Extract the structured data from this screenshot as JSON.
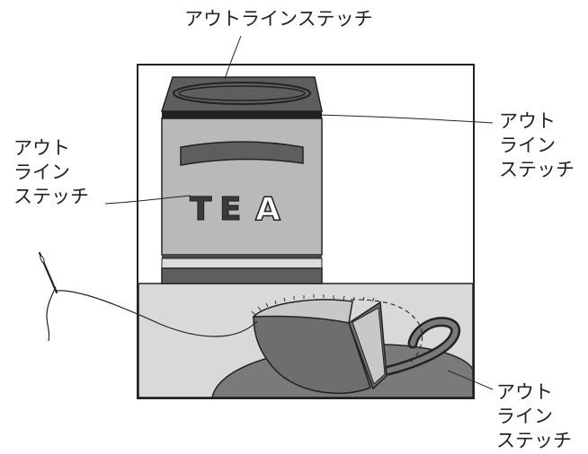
{
  "labels": {
    "top": "アウトラインステッチ",
    "right_upper": [
      "アウト",
      "ライン",
      "ステッチ"
    ],
    "left": [
      "アウト",
      "ライン",
      "ステッチ"
    ],
    "right_lower": [
      "アウト",
      "ライン",
      "ステッチ"
    ]
  },
  "tin_text": {
    "t": "T",
    "e": "E",
    "a": "A"
  },
  "colors": {
    "frame_stroke": "#222222",
    "tin_body": "#b9b9b9",
    "tin_lid": "#5e5e5e",
    "tin_band": "#dcdcdc",
    "tin_dark": "#4a4a4a",
    "cup_inner": "#c8c8c8",
    "cup_outer": "#6e6e6e",
    "saucer": "#7a7a7a",
    "table_bg": "#d9d9d9"
  }
}
